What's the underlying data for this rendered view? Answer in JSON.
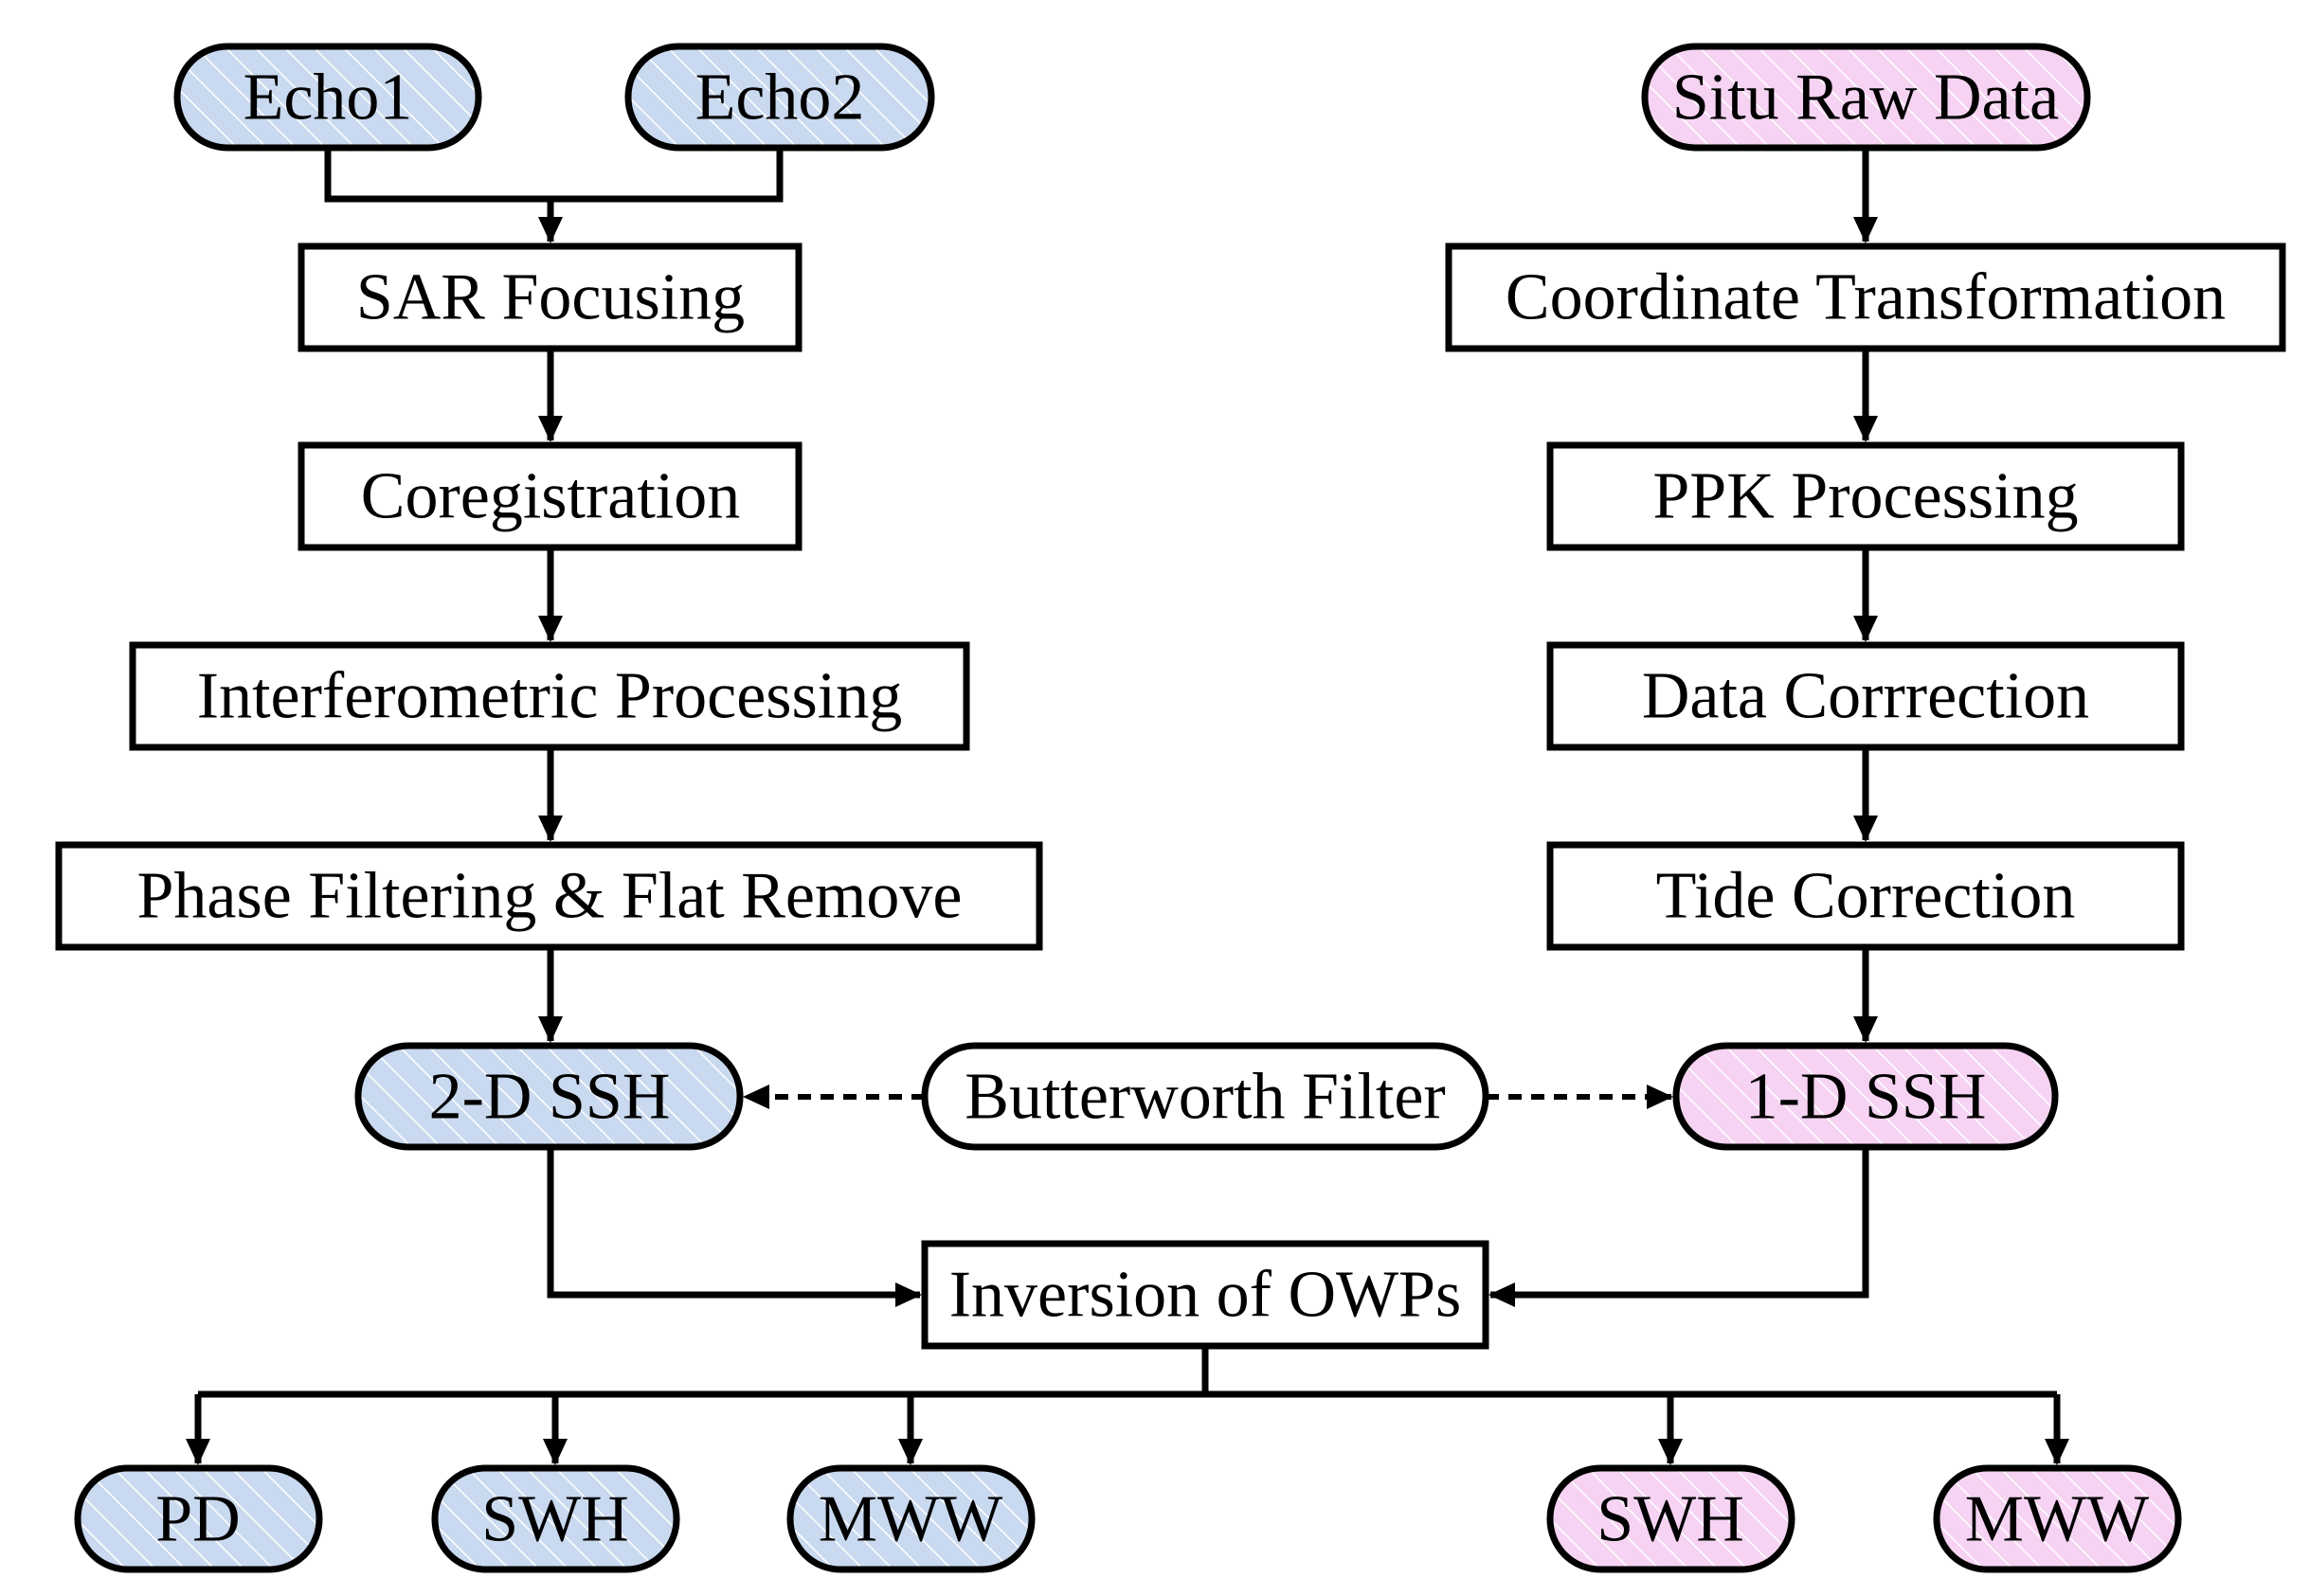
{
  "colors": {
    "sar_fill": "#c9d9ef",
    "situ_fill": "#f6d3f2",
    "hatch": "#ffffff",
    "stroke": "#000000"
  },
  "sar": {
    "echo1": "Echo1",
    "echo2": "Echo2",
    "sar_focusing": "SAR Focusing",
    "coregistration": "Coregistration",
    "interferometric_processing": "Interferometric Processing",
    "phase_filtering": "Phase Filtering & Flat Remove",
    "ssh_2d": "2-D SSH"
  },
  "situ": {
    "raw_data": "Situ Raw Data",
    "coordinate_transformation": "Coordinate Transformation",
    "ppk_processing": "PPK Processing",
    "data_correction": "Data Corrrection",
    "tide_correction": "Tide Correction",
    "ssh_1d": "1-D SSH"
  },
  "shared": {
    "butterworth_filter": "Butterworth Filter",
    "inversion": "Inversion of OWPs"
  },
  "outputs": {
    "sar_pd": "PD",
    "sar_swh": "SWH",
    "sar_mww": "MWW",
    "situ_swh": "SWH",
    "situ_mww": "MWW"
  }
}
